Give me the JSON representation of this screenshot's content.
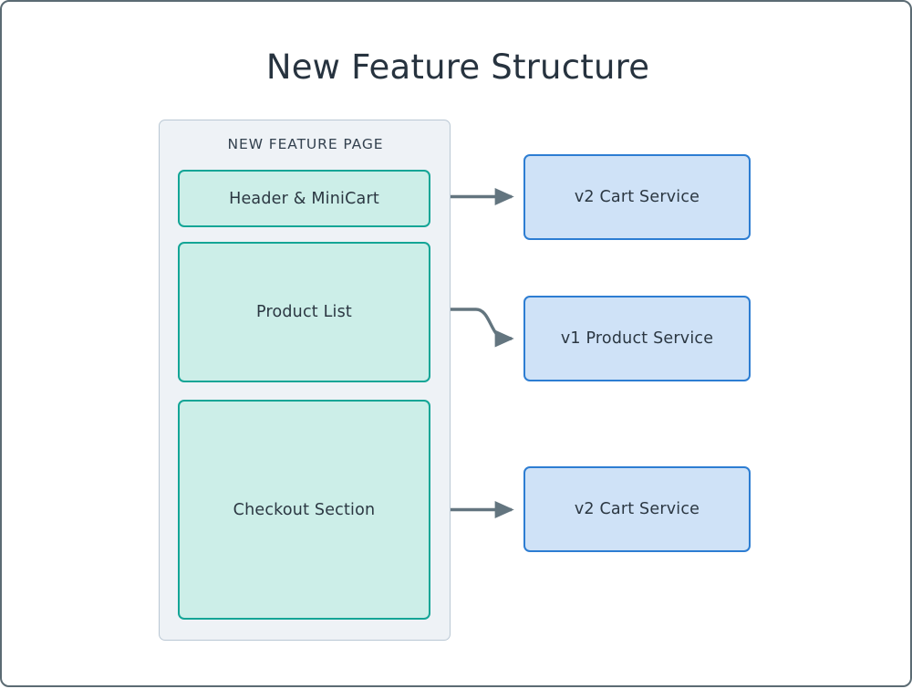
{
  "title": "New Feature Structure",
  "container": {
    "label": "NEW FEATURE PAGE",
    "fill": "#eef2f6",
    "border": "#bac8d4"
  },
  "sections": [
    {
      "id": "header-minicart",
      "label": "Header & MiniCart"
    },
    {
      "id": "product-list",
      "label": "Product List"
    },
    {
      "id": "checkout",
      "label": "Checkout Section"
    }
  ],
  "services": [
    {
      "id": "v2-cart-top",
      "label": "v2 Cart Service"
    },
    {
      "id": "v1-product",
      "label": "v1 Product Service"
    },
    {
      "id": "v2-cart-bottom",
      "label": "v2 Cart Service"
    }
  ],
  "connectors": [
    {
      "id": "header-to-v2cart",
      "from": "header-minicart",
      "to": "v2-cart-top",
      "shape": "straight"
    },
    {
      "id": "productlist-to-v1",
      "from": "product-list",
      "to": "v1-product",
      "shape": "curved"
    },
    {
      "id": "checkout-to-v2cart",
      "from": "checkout",
      "to": "v2-cart-bottom",
      "shape": "straight"
    }
  ],
  "colors": {
    "title_text": "#27333f",
    "section_fill": "#cceee8",
    "section_border": "#14a596",
    "service_fill": "#cfe2f7",
    "service_border": "#2d7dd2",
    "connector": "#63757f",
    "frame_border": "#5b6b73",
    "page_background": "#ffffff"
  }
}
